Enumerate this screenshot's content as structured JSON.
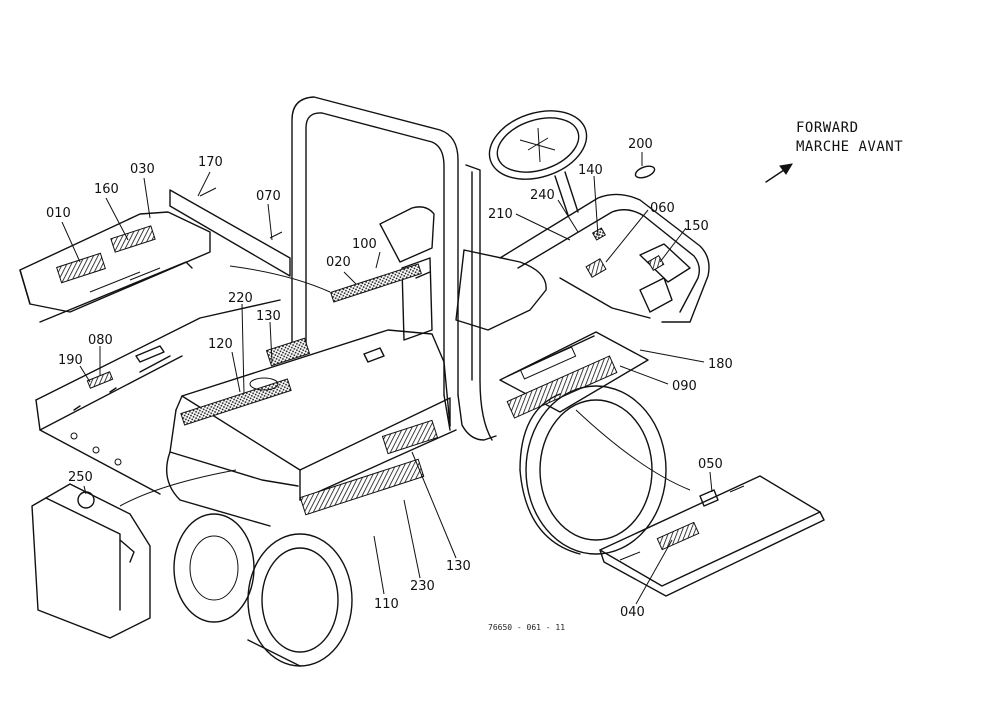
{
  "direction": {
    "line1": "FORWARD",
    "line2": "MARCHE AVANT"
  },
  "drawing_code": "76650 - 061 - 11",
  "callouts": {
    "c010": "010",
    "c160": "160",
    "c030": "030",
    "c170": "170",
    "c070": "070",
    "c020": "020",
    "c100": "100",
    "c220": "220",
    "c130a": "130",
    "c120": "120",
    "c080": "080",
    "c190": "190",
    "c250": "250",
    "c210": "210",
    "c240": "240",
    "c140": "140",
    "c200": "200",
    "c060": "060",
    "c150": "150",
    "c180": "180",
    "c090": "090",
    "c050": "050",
    "c040": "040",
    "c130b": "130",
    "c230": "230",
    "c110": "110"
  }
}
